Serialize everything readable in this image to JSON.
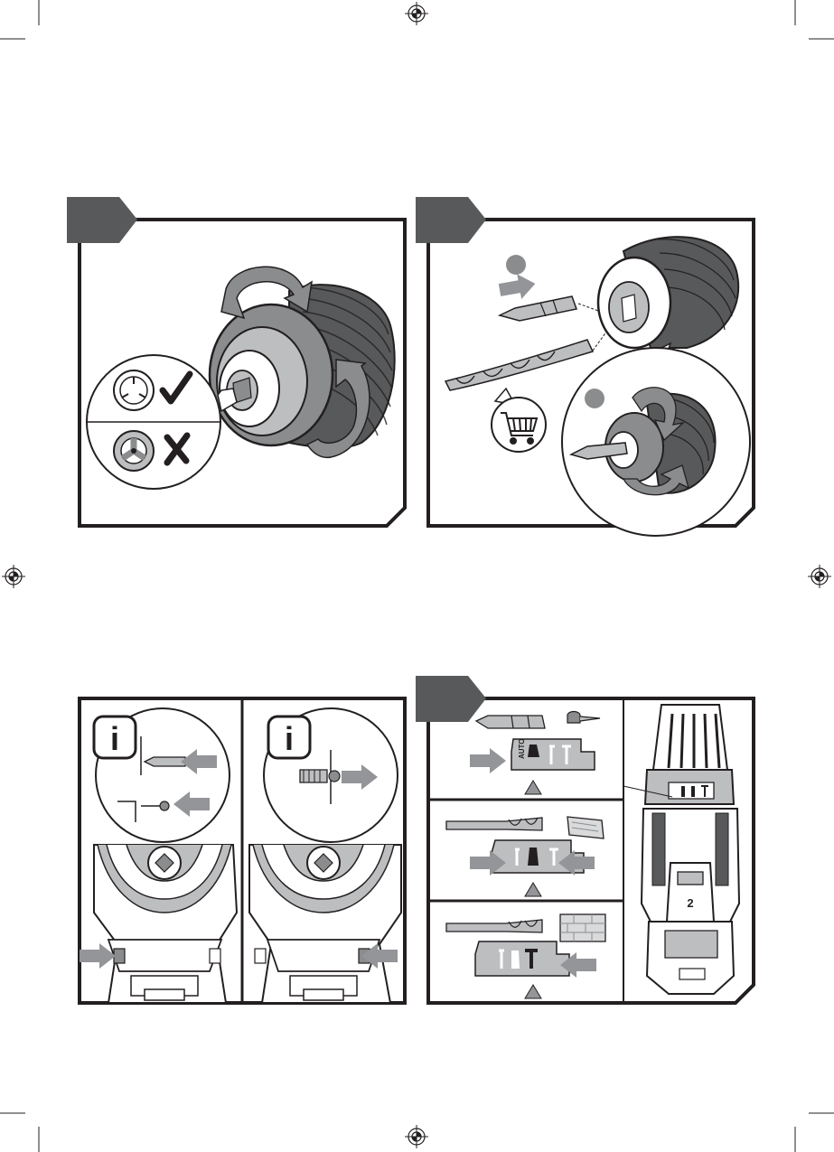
{
  "labels": {
    "auto": "AUTO",
    "info": "i",
    "battery_number": "2"
  },
  "colors": {
    "ink": "#231f20",
    "tab_gray": "#58595b",
    "mid_gray": "#8a8c8e",
    "light_gray": "#bcbec0",
    "pale_gray": "#d9dadb",
    "arrow_gray": "#939598"
  },
  "icons": {
    "check": "check-icon",
    "cross": "cross-icon",
    "cart": "shopping-cart-icon",
    "info": "info-icon",
    "registration": "registration-mark-icon"
  }
}
